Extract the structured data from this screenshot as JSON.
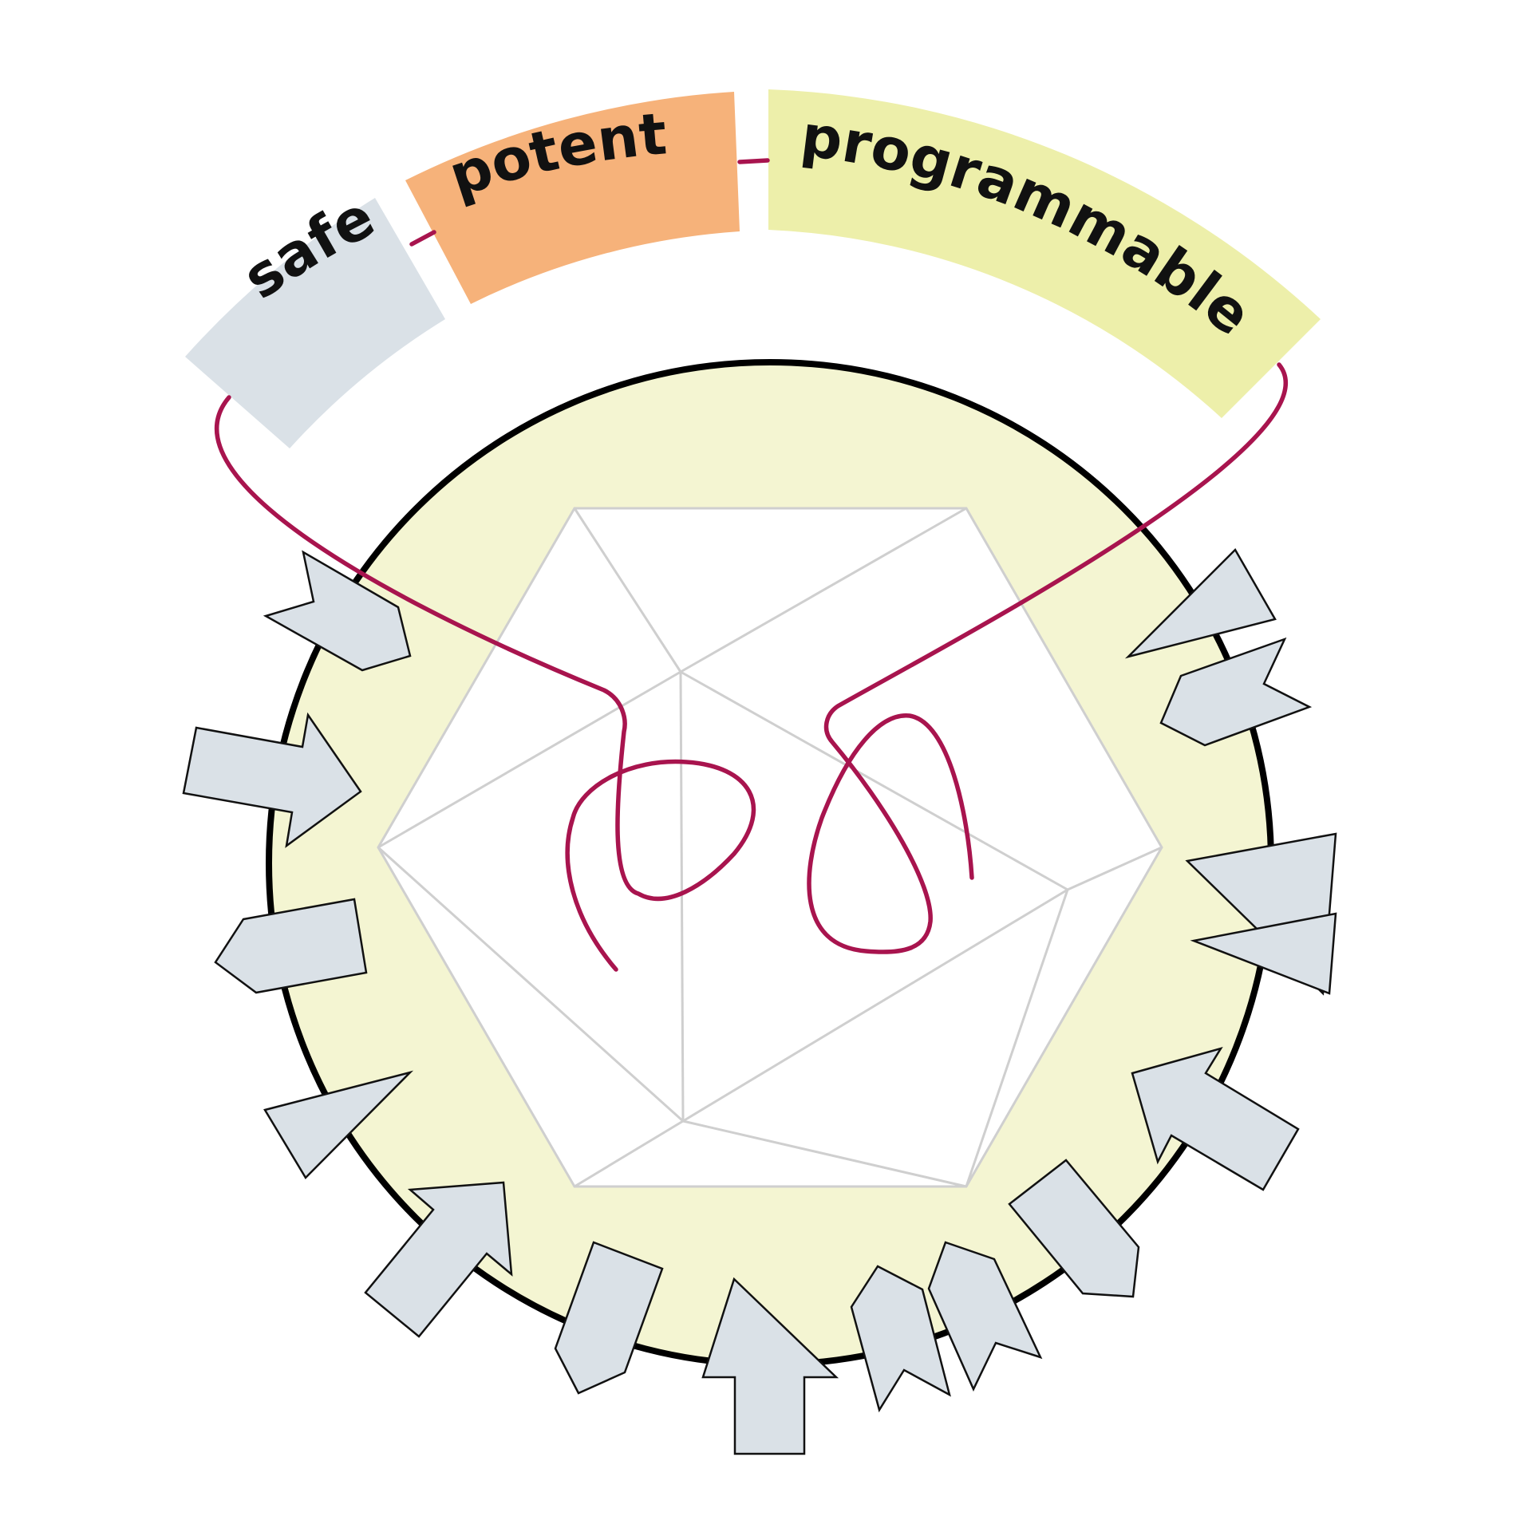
{
  "labels": {
    "safe": "safe",
    "potent": "potent",
    "programmable": "programmable"
  },
  "colors": {
    "background": "#ffffff",
    "envelope_fill": "#f4f5d2",
    "envelope_stroke": "#000000",
    "capsid_fill": "#ffffff",
    "capsid_stroke": "#cfcfcf",
    "genome_strand": "#a8144e",
    "spike_fill": "#dae1e7",
    "spike_stroke": "#111111",
    "safe_band": "#dae1e7",
    "potent_band": "#f6b27a",
    "programmable_band": "#edefaa"
  },
  "icons": {
    "envelope": "lipid-envelope-circle",
    "capsid": "icosahedral-capsid-outline",
    "genome": "rna-strand-curve",
    "spikes": "arrow-shaped-surface-proteins"
  }
}
